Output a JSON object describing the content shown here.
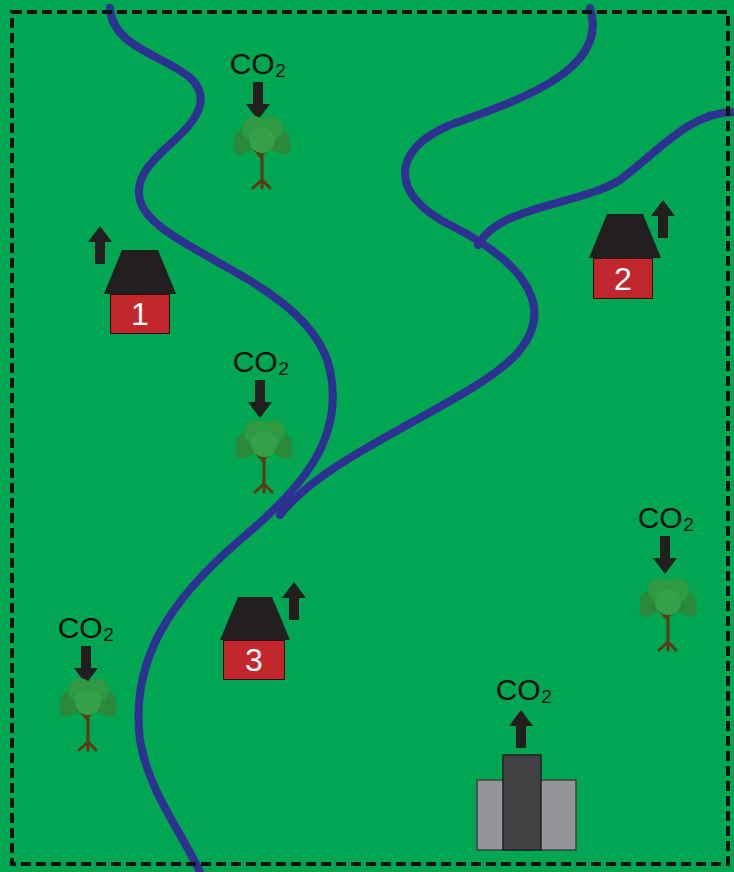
{
  "diagram": {
    "nodes": [
      {
        "text": [
          "1"
        ]
      },
      {
        "text": [
          "2"
        ]
      },
      {
        "text": [
          "3"
        ]
      }
    ],
    "labels": [
      "CO₂",
      "CO₂",
      "CO₂",
      "CO₂",
      "CO₂"
    ]
  }
}
